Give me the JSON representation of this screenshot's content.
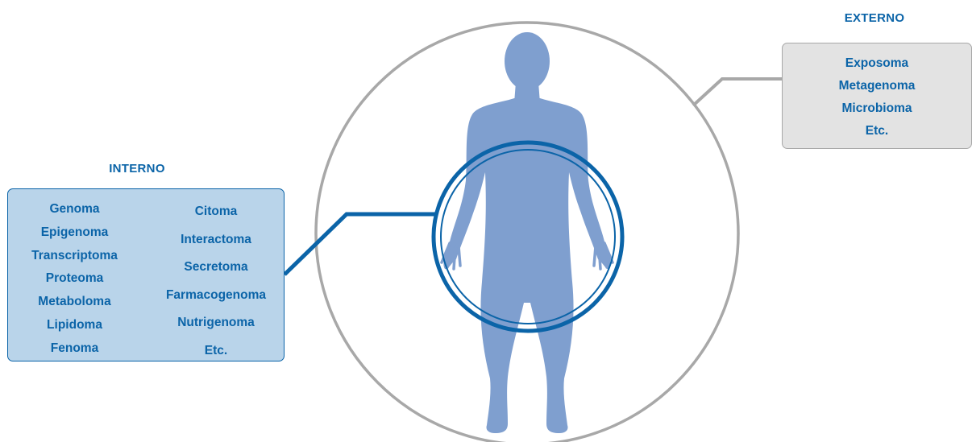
{
  "colors": {
    "brand_blue": "#0b64a8",
    "body_fill": "#7f9fcf",
    "internal_panel_fill": "#b9d4ea",
    "internal_panel_border": "#0b64a8",
    "external_panel_fill": "#e3e3e3",
    "external_panel_border": "#a7a7a7",
    "outer_circle": "#a8a8a8",
    "inner_circle": "#0b64a8",
    "background": "#ffffff"
  },
  "icons": {
    "body": "human-body-silhouette-icon"
  },
  "internal": {
    "heading": "INTERNO",
    "left_items": [
      "Genoma",
      "Epigenoma",
      "Transcriptoma",
      "Proteoma",
      "Metaboloma",
      "Lipidoma",
      "Fenoma"
    ],
    "right_items": [
      "Citoma",
      "Interactoma",
      "Secretoma",
      "Farmacogenoma",
      "Nutrigenoma",
      "Etc."
    ]
  },
  "external": {
    "heading": "EXTERNO",
    "items": [
      "Exposoma",
      "Metagenoma",
      "Microbioma",
      "Etc."
    ]
  }
}
